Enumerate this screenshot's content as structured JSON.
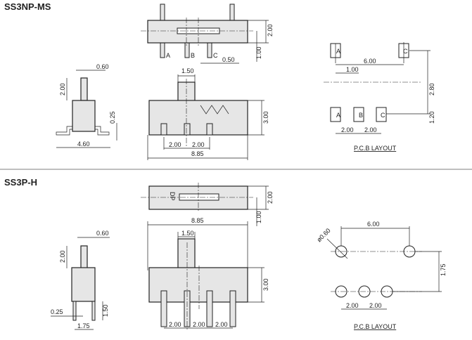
{
  "sections": [
    {
      "title": "SS3NP-MS",
      "pin_labels": [
        "A",
        "B",
        "C"
      ],
      "dims": {
        "w060": "0.60",
        "h200": "2.00",
        "t025": "0.25",
        "w460": "4.60",
        "a150": "1.50",
        "h300": "3.00",
        "p1": "2.00",
        "p2": "2.00",
        "l885": "8.85",
        "tv200": "2.00",
        "tv100": "1.00",
        "g050": "0.50"
      },
      "pcb": {
        "label": "P.C.B LAYOUT",
        "w600": "6.00",
        "o100": "1.00",
        "v280": "2.80",
        "v120": "1.20",
        "p1": "2.00",
        "p2": "2.00",
        "pads_top": [
          "A",
          "C"
        ],
        "pads_bottom": [
          "A",
          "B",
          "C"
        ]
      }
    },
    {
      "title": "SS3P-H",
      "mark": "DP",
      "dims": {
        "w060": "0.60",
        "h200": "2.00",
        "t025": "0.25",
        "w175": "1.75",
        "h150": "1.50",
        "l885": "8.85",
        "a150": "1.50",
        "h300": "3.00",
        "p1": "2.00",
        "p2": "2.00",
        "p3": "2.00",
        "tv200": "2.00",
        "tv100": "1.00"
      },
      "pcb": {
        "label": "P.C.B LAYOUT",
        "dia": "ø0.60",
        "w600": "6.00",
        "v175": "1.75",
        "p1": "2.00",
        "p2": "2.00"
      }
    }
  ]
}
